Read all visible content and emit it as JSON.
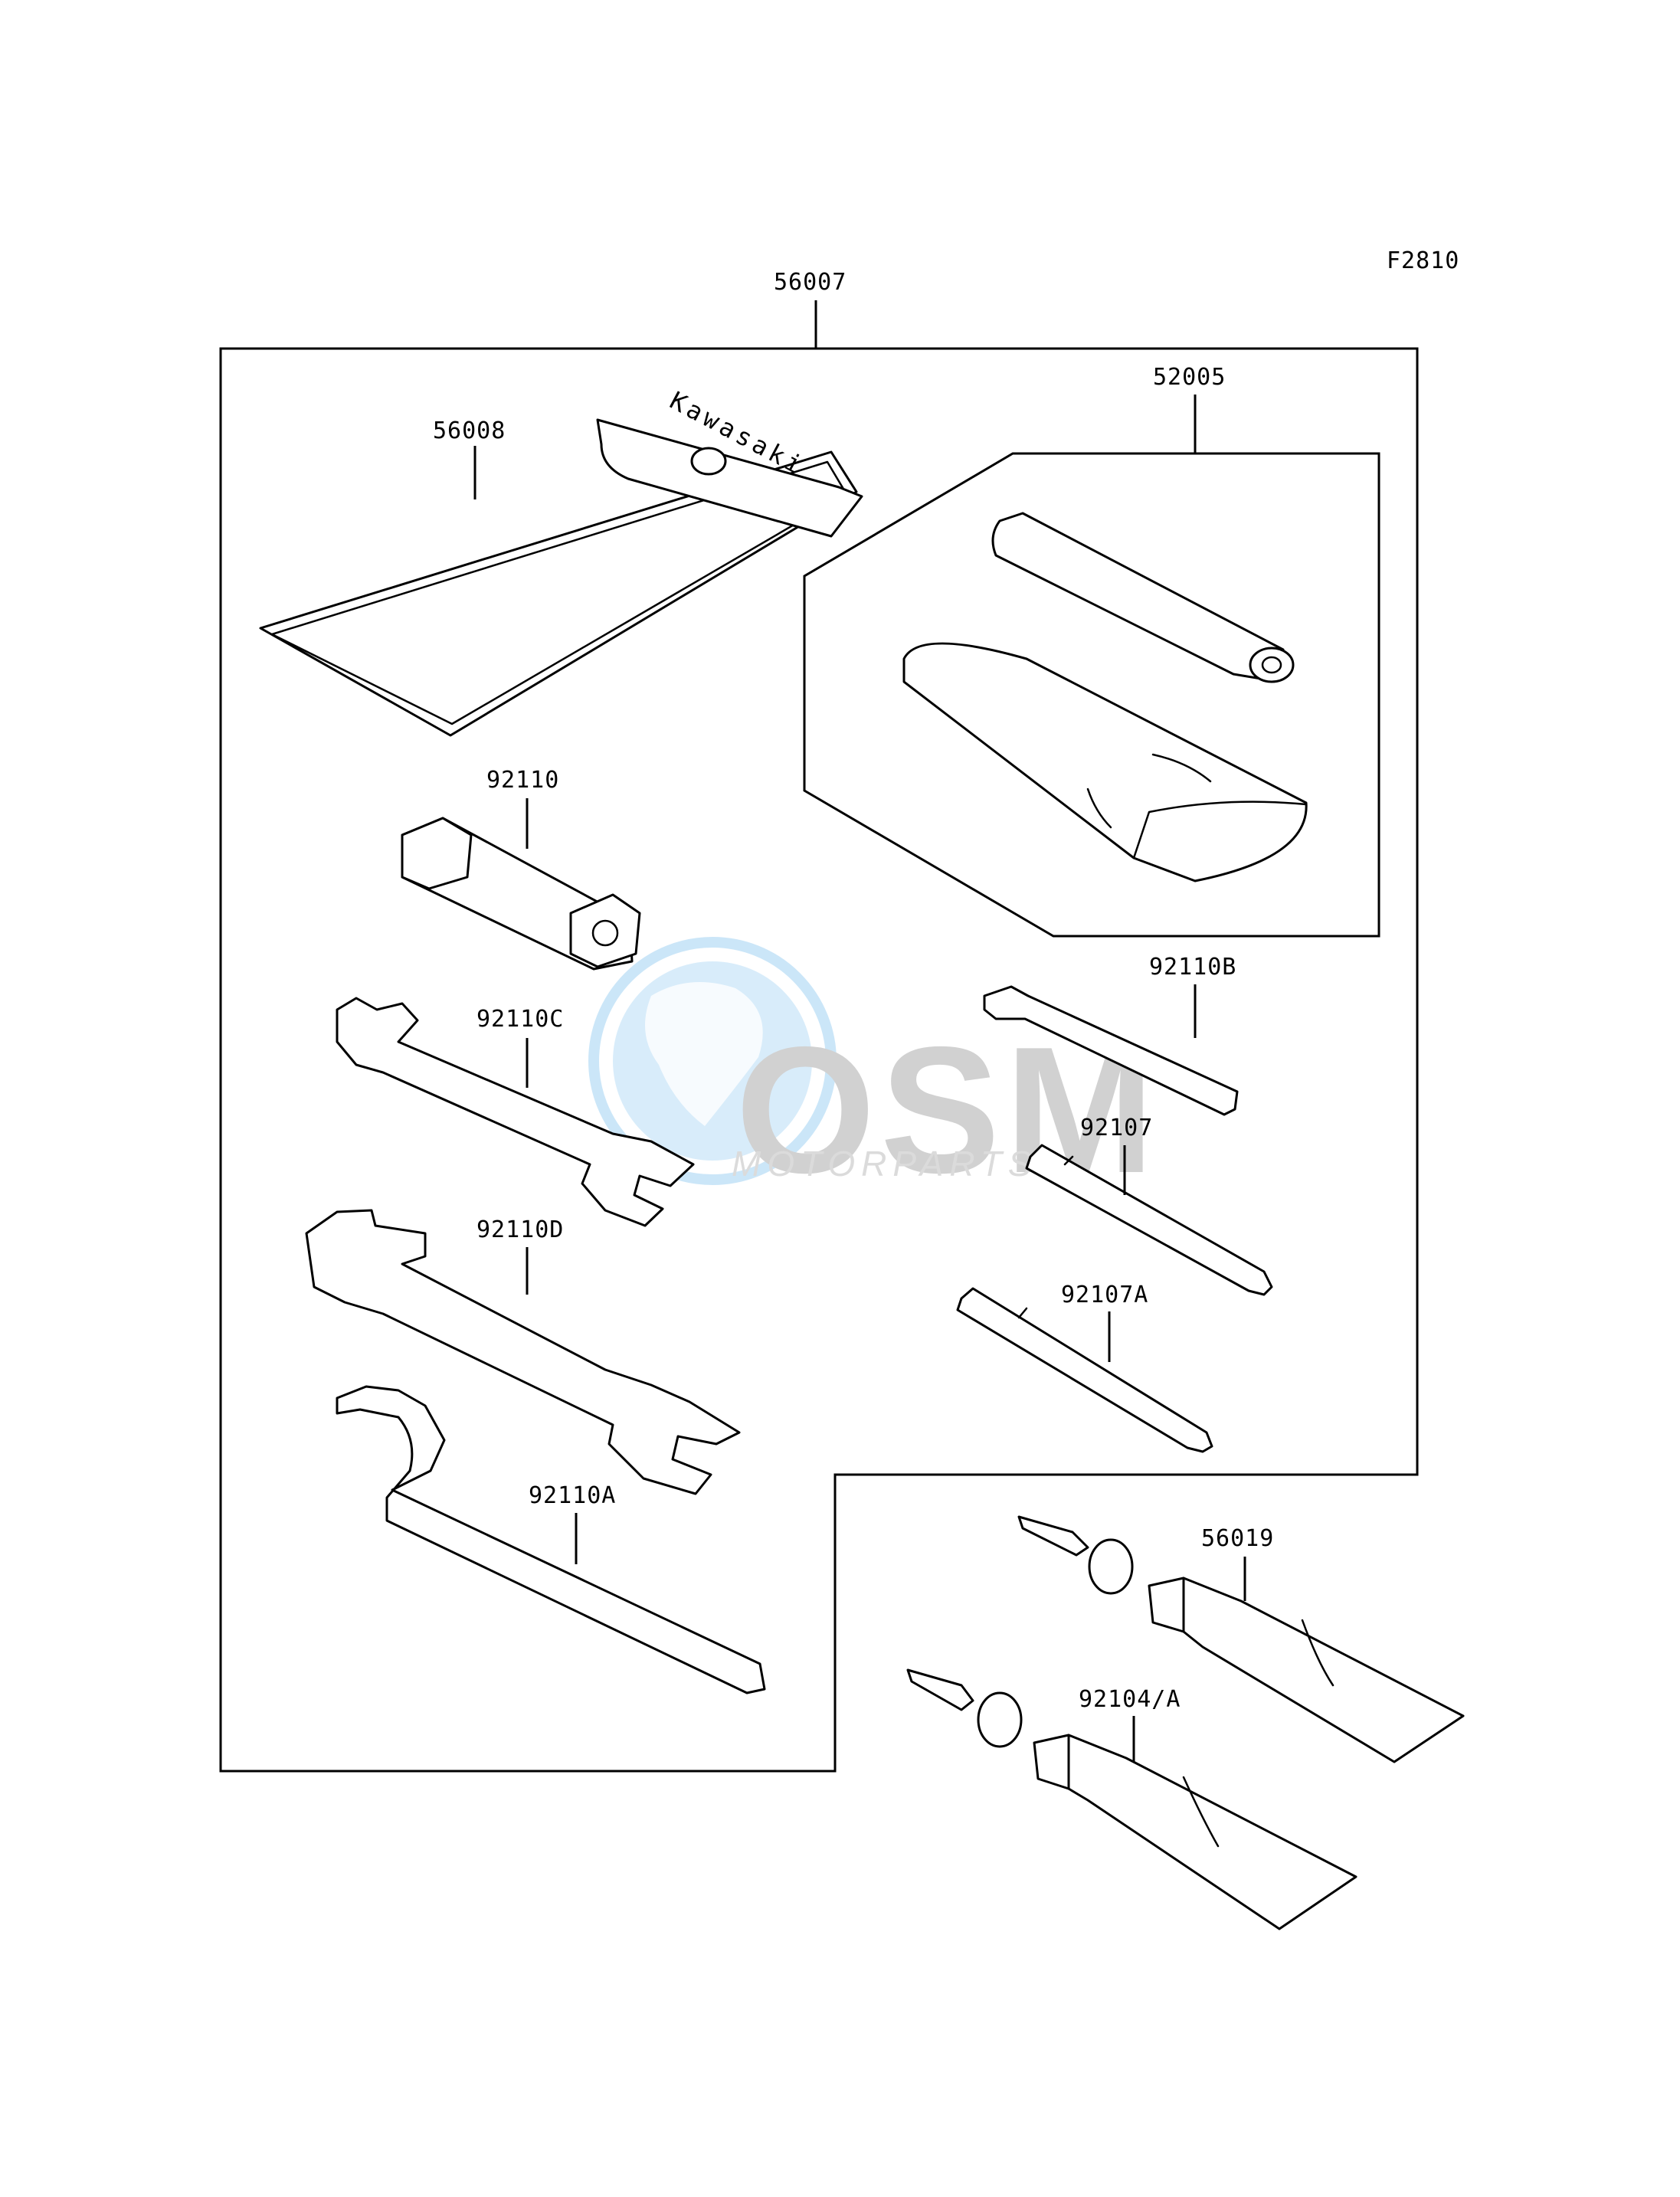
{
  "figure_code": "F2810",
  "parts": {
    "kit": "56007",
    "pouch": "56008",
    "kit_sub": "52005",
    "plug_wrench": "92110",
    "hex_key": "92110B",
    "wrench_c": "92110C",
    "driver": "92107",
    "wrench_d": "92110D",
    "driver_a": "92107A",
    "hook_wrench": "92110A",
    "grease_a": "56019",
    "grease_b": "92104/A"
  },
  "pouch_brand": "Kawasaki",
  "watermark": {
    "brand": "OSM",
    "tagline": "MOTORPARTS"
  }
}
